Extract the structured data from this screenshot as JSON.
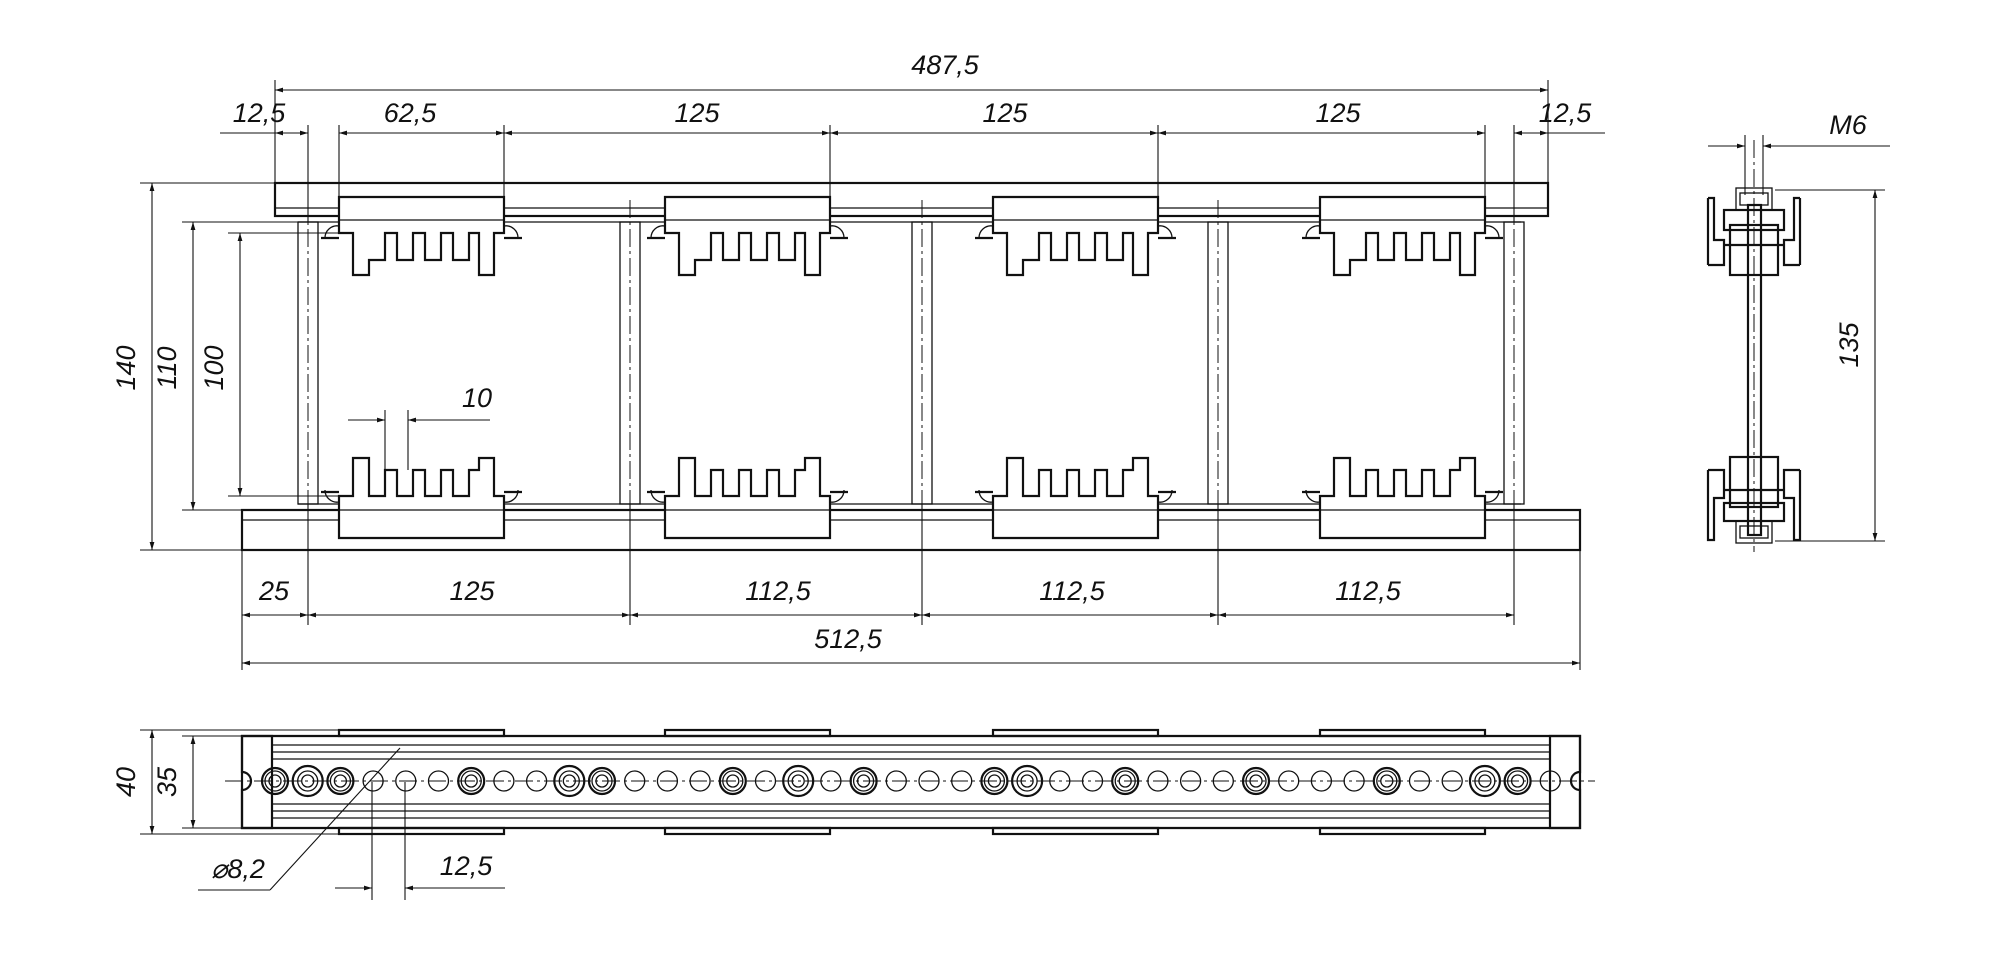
{
  "drawing": {
    "top_dimensions": {
      "overall_top": "487,5",
      "edge_left": "12,5",
      "first_pitch": "62,5",
      "pitch_1": "125",
      "pitch_2": "125",
      "pitch_3": "125",
      "edge_right": "12,5"
    },
    "left_dimensions": {
      "height_total": "140",
      "height_mid": "110",
      "height_inner": "100",
      "tooth_width": "10"
    },
    "bottom_dimensions": {
      "edge": "25",
      "span_1": "125",
      "span_2": "112,5",
      "span_3": "112,5",
      "span_4": "112,5",
      "overall_bottom": "512,5"
    },
    "side_view": {
      "thread": "M6",
      "height": "135"
    },
    "plan_view": {
      "height_total": "40",
      "height_inner": "35",
      "hole_diameter": "⌀8,2",
      "hole_pitch": "12,5"
    }
  }
}
